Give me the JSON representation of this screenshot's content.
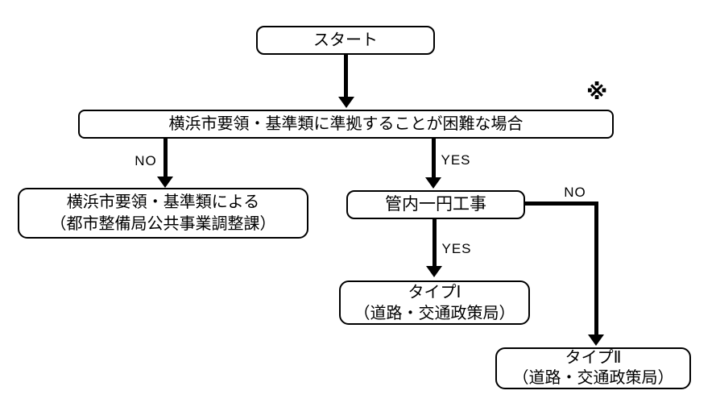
{
  "diagram": {
    "title_hint": "flowchart",
    "note_mark": "※",
    "colors": {
      "background": "#ffffff",
      "line": "#000000",
      "box_fill": "#ffffff",
      "text": "#000000"
    },
    "nodes": {
      "start": {
        "label": "スタート"
      },
      "condition": {
        "label": "横浜市要領・基準類に準拠することが困難な場合"
      },
      "left_result": {
        "line1": "横浜市要領・基準類による",
        "line2": "（都市整備局公共事業調整課）"
      },
      "kannai": {
        "label": "管内一円工事"
      },
      "type1": {
        "line1": "タイプⅠ",
        "line2": "（道路・交通政策局）"
      },
      "type2": {
        "line1": "タイプⅡ",
        "line2": "（道路・交通政策局）"
      }
    },
    "edge_labels": {
      "condition_no": "NO",
      "condition_yes": "YES",
      "kannai_yes": "YES",
      "kannai_no": "NO"
    }
  }
}
